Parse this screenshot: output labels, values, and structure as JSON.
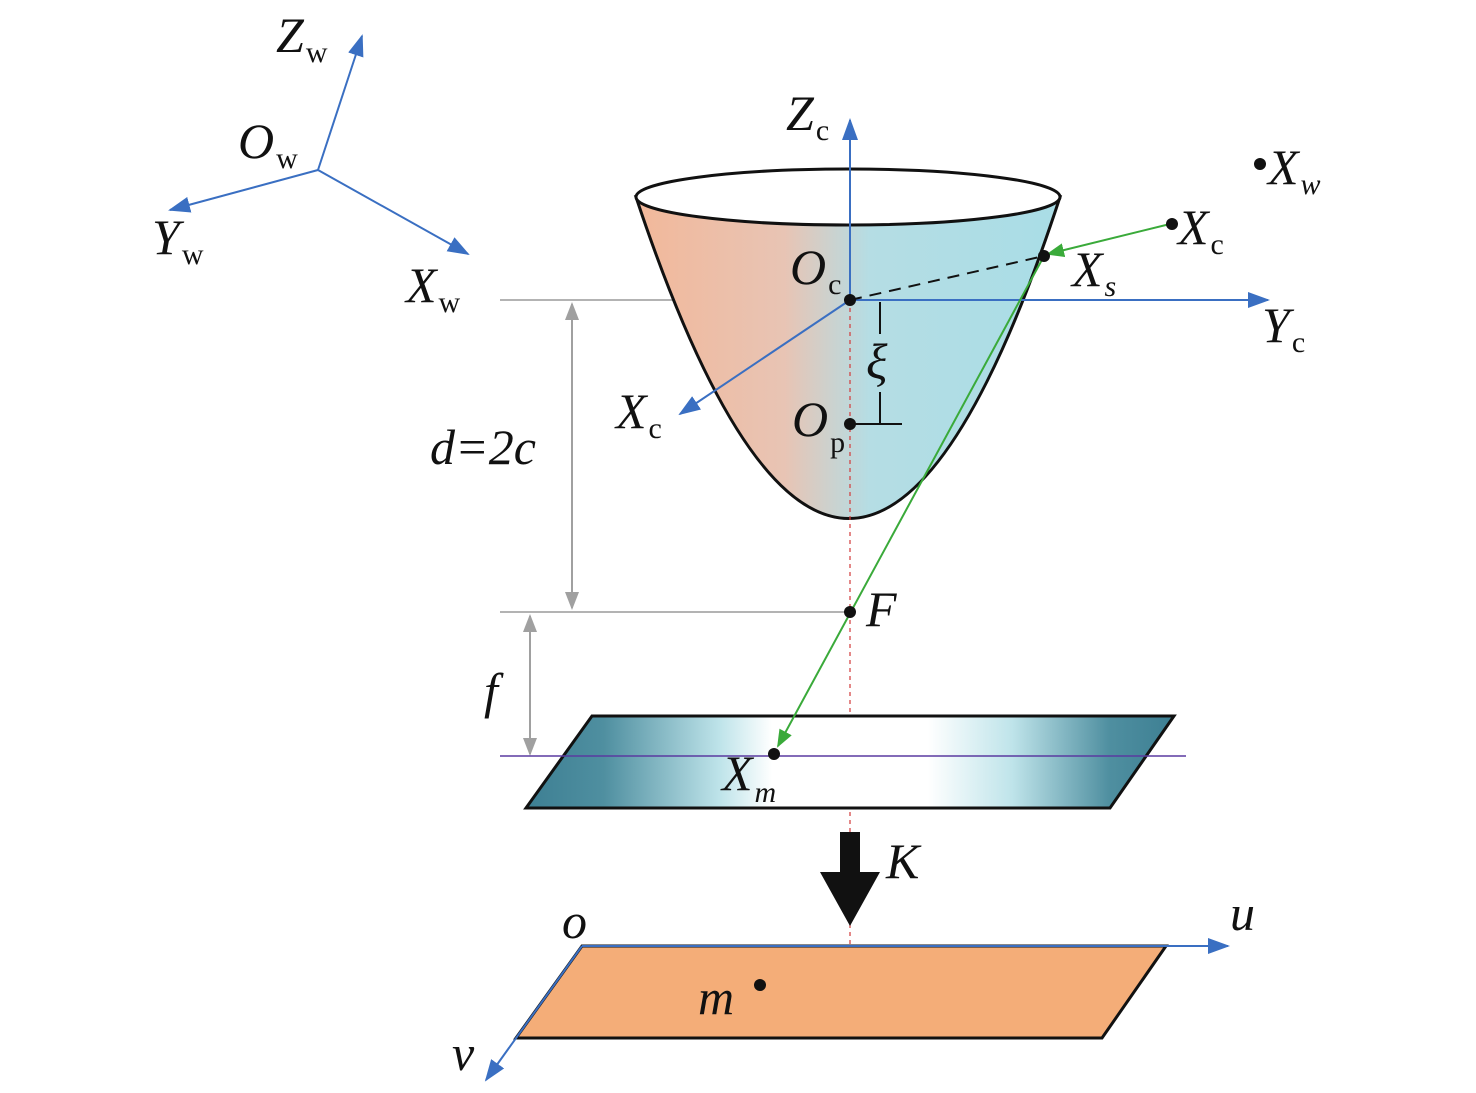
{
  "colors": {
    "axis_blue": "#3a6fc2",
    "ray_green": "#3aaa3a",
    "dim_gray": "#9a9a9a",
    "dashed_red": "#d33a3a",
    "mirror_warm": "#f2b89a",
    "mirror_cool": "#a9dde6",
    "image_plane_dark": "#3d7f93",
    "pixel_plane": "#f4ad78",
    "k_arrow": "#111111",
    "purple_line": "#5a3aa0"
  },
  "labels": {
    "world_origin": "O",
    "world_origin_sub": "w",
    "world_z": "Z",
    "world_z_sub": "w",
    "world_y": "Y",
    "world_y_sub": "w",
    "world_x": "X",
    "world_x_sub": "w",
    "cam_z": "Z",
    "cam_z_sub": "c",
    "cam_y": "Y",
    "cam_y_sub": "c",
    "cam_x": "X",
    "cam_x_sub": "c",
    "cam_origin": "O",
    "cam_origin_sub": "c",
    "proj_origin": "O",
    "proj_origin_sub": "p",
    "xi": "ξ",
    "distance": "d=2c",
    "focal_point": "F",
    "focal_length": "f",
    "point_world": "X",
    "point_world_sub": "w",
    "point_cam": "X",
    "point_cam_sub": "c",
    "point_surface": "X",
    "point_surface_sub": "s",
    "point_image": "X",
    "point_image_sub": "m",
    "intrinsic": "K",
    "pixel_origin": "o",
    "pixel_u": "u",
    "pixel_v": "v",
    "pixel_point": "m"
  }
}
